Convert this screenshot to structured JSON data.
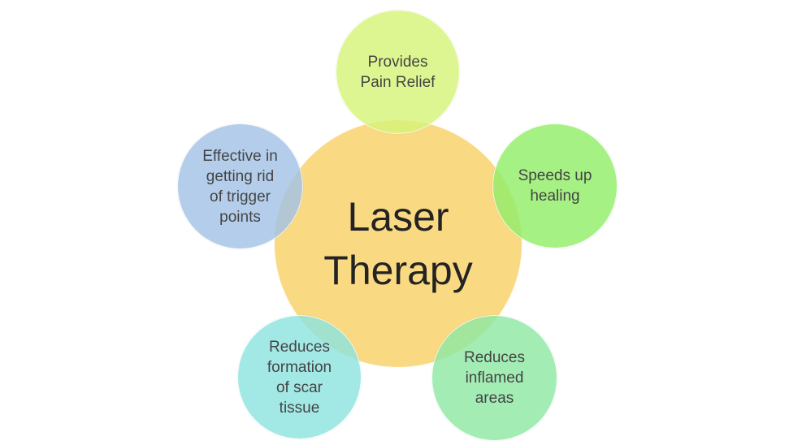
{
  "center": {
    "label": "Laser\nTherapy",
    "color": "#fad679"
  },
  "satellites": [
    {
      "label": "Provides\nPain Relief",
      "color": "#d7f57a"
    },
    {
      "label": "Speeds up\nhealing",
      "color": "#93ee6a"
    },
    {
      "label": "Reduces\ninflamed\nareas",
      "color": "#8fe9a4"
    },
    {
      "label": "Reduces\nformation\nof scar\ntissue",
      "color": "#8ee4e0"
    },
    {
      "label": "Effective in\ngetting rid\nof trigger\npoints",
      "color": "#a3c3e6"
    }
  ]
}
